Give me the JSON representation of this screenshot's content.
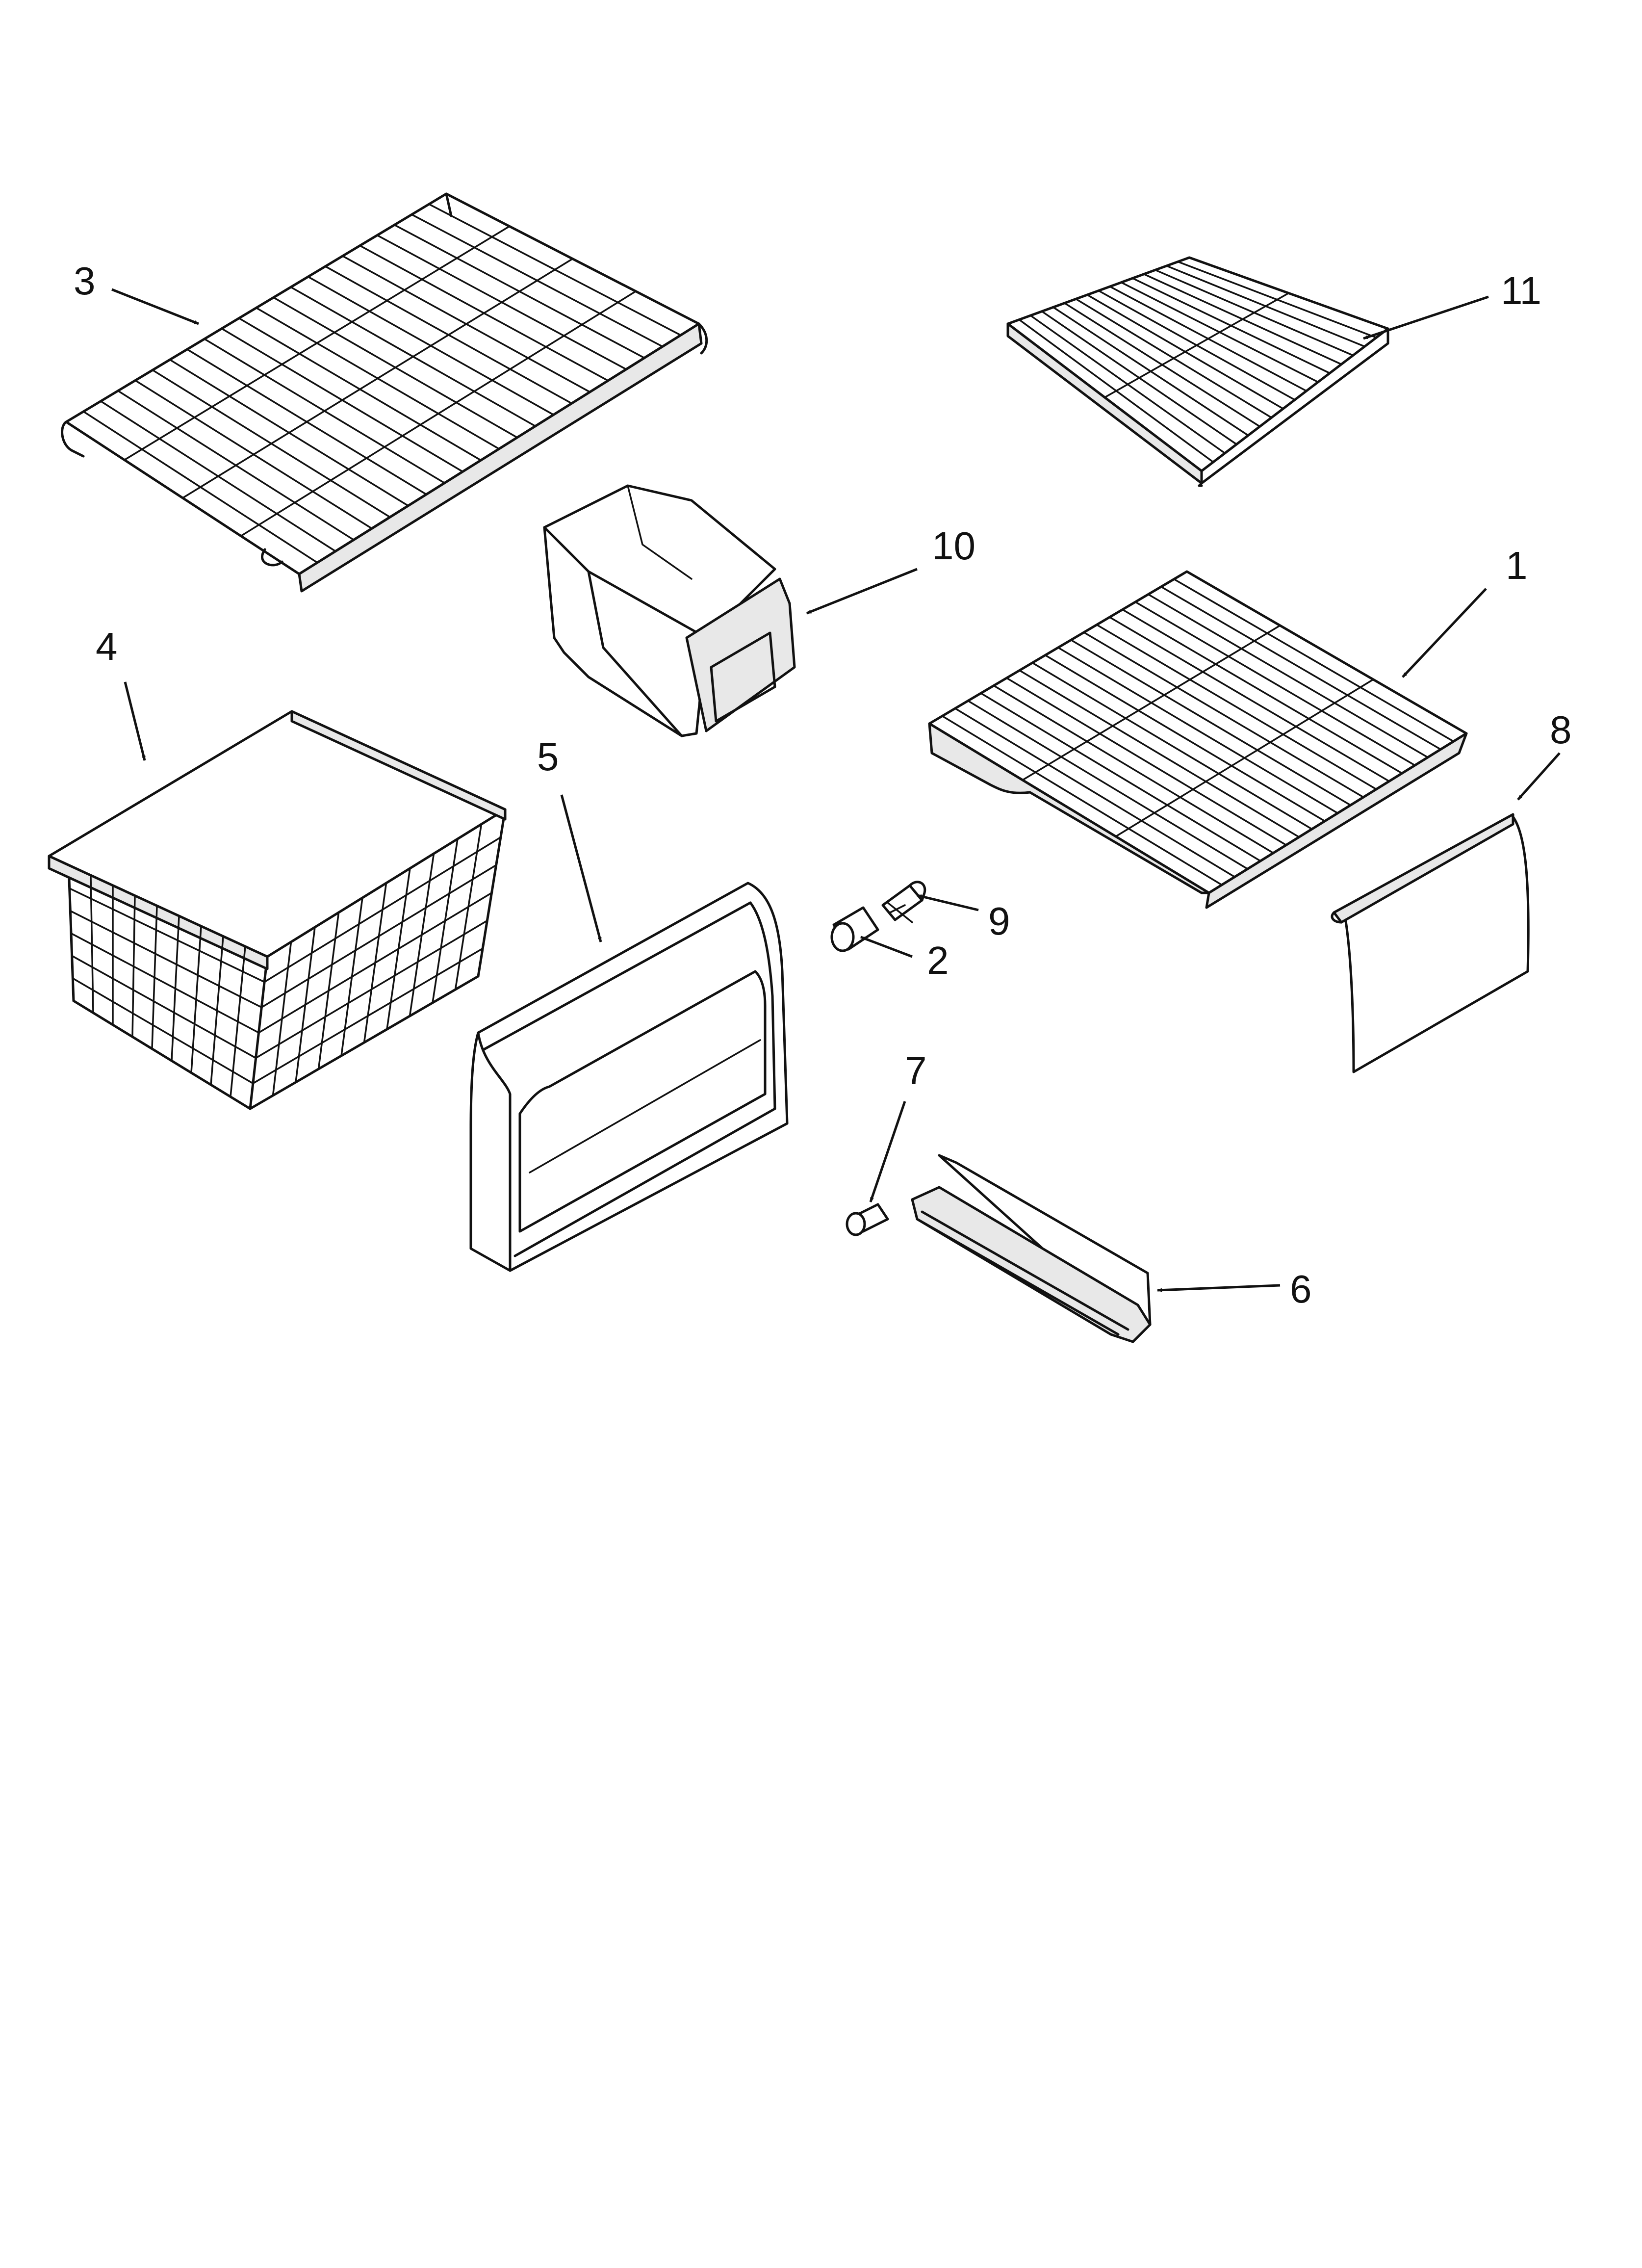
{
  "callouts": [
    {
      "id": "1",
      "label": "1"
    },
    {
      "id": "2",
      "label": "2"
    },
    {
      "id": "3",
      "label": "3"
    },
    {
      "id": "4",
      "label": "4"
    },
    {
      "id": "5",
      "label": "5"
    },
    {
      "id": "6",
      "label": "6"
    },
    {
      "id": "7",
      "label": "7"
    },
    {
      "id": "8",
      "label": "8"
    },
    {
      "id": "9",
      "label": "9"
    },
    {
      "id": "10",
      "label": "10"
    },
    {
      "id": "11",
      "label": "11"
    }
  ],
  "colors": {
    "line": "#111111",
    "background": "#ffffff",
    "shade": "#e8e8e8"
  }
}
